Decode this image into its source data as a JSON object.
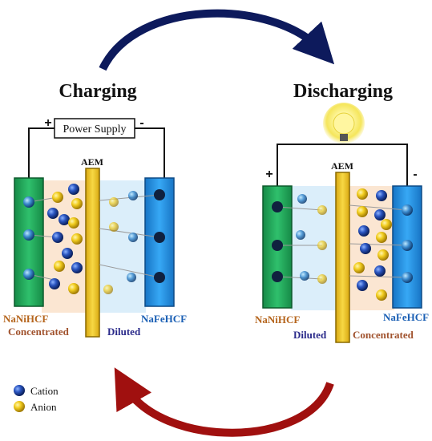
{
  "titles": {
    "charging": "Charging",
    "discharging": "Discharging"
  },
  "charging_cell": {
    "power_supply": "Power Supply",
    "plus": "+",
    "minus": "-",
    "membrane": "AEM",
    "left_electrode": "NaNiHCF",
    "right_electrode": "NaFeHCF",
    "left_solution": "Concentrated",
    "right_solution": "Diluted"
  },
  "discharging_cell": {
    "plus": "+",
    "minus": "-",
    "membrane": "AEM",
    "left_electrode": "NaNiHCF",
    "right_electrode": "NaFeHCF",
    "left_solution": "Diluted",
    "right_solution": "Concentrated"
  },
  "legend": {
    "cation": "Cation",
    "anion": "Anion"
  },
  "colors": {
    "arrow_top": "#0d1a5c",
    "arrow_bottom": "#a0100f",
    "nanihcf": "#1fa35a",
    "nafehcf": "#1f8fe0",
    "aem": "#f0c020",
    "concentrated_text": "#a0522d",
    "diluted_text": "#2a2a8a",
    "electrode_text": "#b5651d",
    "nafehcf_text": "#1a5fb4",
    "cation": "#1c3f9e",
    "anion": "#e6c21a",
    "conc_bg": "#fbe6d2",
    "dil_bg": "#dbeefa"
  }
}
